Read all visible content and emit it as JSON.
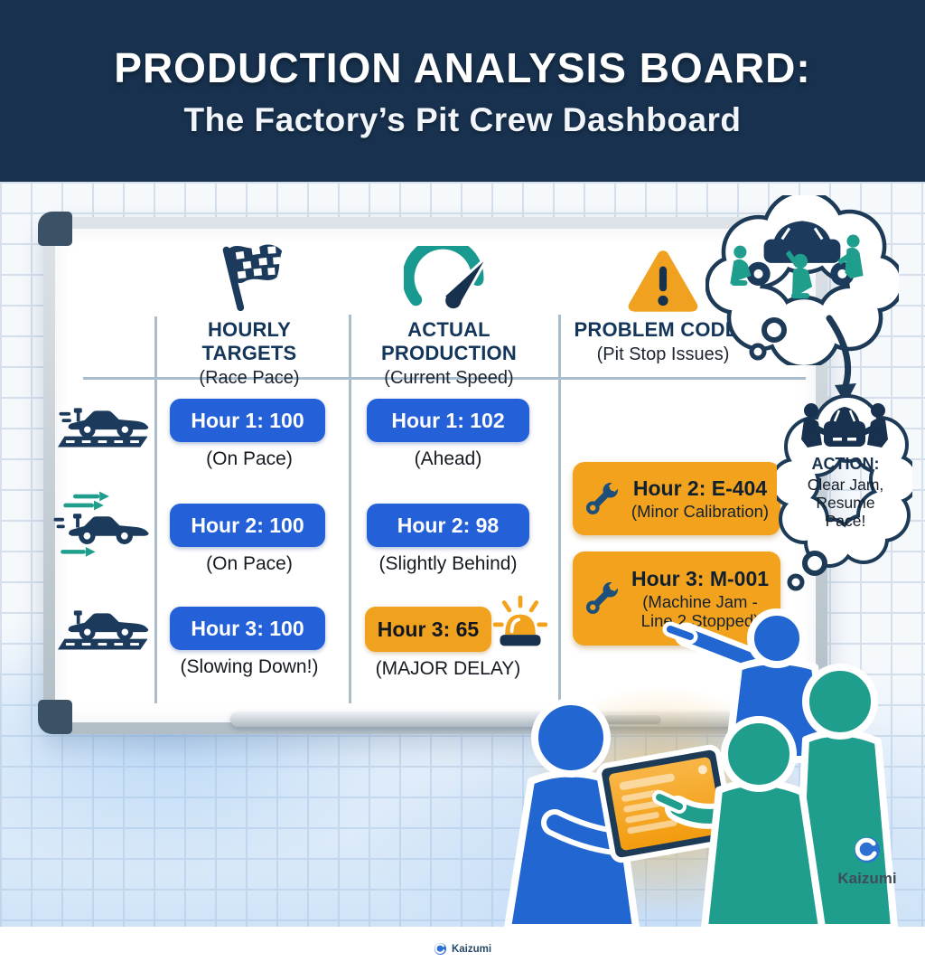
{
  "header": {
    "title": "PRODUCTION ANALYSIS BOARD:",
    "subtitle": "The Factory’s Pit Crew Dashboard"
  },
  "columns": [
    {
      "icon": "checkered-flag",
      "title": "HOURLY TARGETS",
      "subtitle": "(Race Pace)"
    },
    {
      "icon": "speedometer",
      "title": "ACTUAL PRODUCTION",
      "subtitle": "(Current Speed)"
    },
    {
      "icon": "warning-triangle",
      "title": "PROBLEM CODES",
      "subtitle": "(Pit Stop Issues)"
    }
  ],
  "rows": [
    {
      "icon": "race-car-on-road",
      "target": {
        "value": "Hour 1: 100",
        "status": "(On Pace)"
      },
      "actual": {
        "value": "Hour 1: 102",
        "status": "(Ahead)"
      }
    },
    {
      "icon": "race-car-speeding-arrows",
      "target": {
        "value": "Hour 2: 100",
        "status": "(On Pace)"
      },
      "actual": {
        "value": "Hour 2: 98",
        "status": "(Slightly Behind)"
      }
    },
    {
      "icon": "race-car-on-road",
      "target": {
        "value": "Hour 3: 100",
        "status": "(Slowing Down!)"
      },
      "actual": {
        "value": "Hour 3: 65",
        "status": "(MAJOR DELAY)",
        "alert_icon": "siren"
      }
    }
  ],
  "problem_codes": [
    {
      "icon": "wrench",
      "code": "Hour 2: E-404",
      "detail": "(Minor Calibration)"
    },
    {
      "icon": "wrench",
      "code": "Hour 3: M-001",
      "detail": "(Machine Jam -\nLine 2 Stopped)"
    }
  ],
  "thought_bubble": {
    "illustration": "pit-crew-changing-tires"
  },
  "action_bubble": {
    "illustration": "crew-pushing-car",
    "heading": "ACTION:",
    "body": "Clear Jam,\nResume\nPace!"
  },
  "branding": {
    "name": "Kaizumi"
  },
  "colors": {
    "header_navy": "#17314e",
    "royal_blue": "#2461d9",
    "orange": "#f0a11d",
    "teal": "#1f9e8e",
    "icon_navy": "#1b3a5c"
  }
}
